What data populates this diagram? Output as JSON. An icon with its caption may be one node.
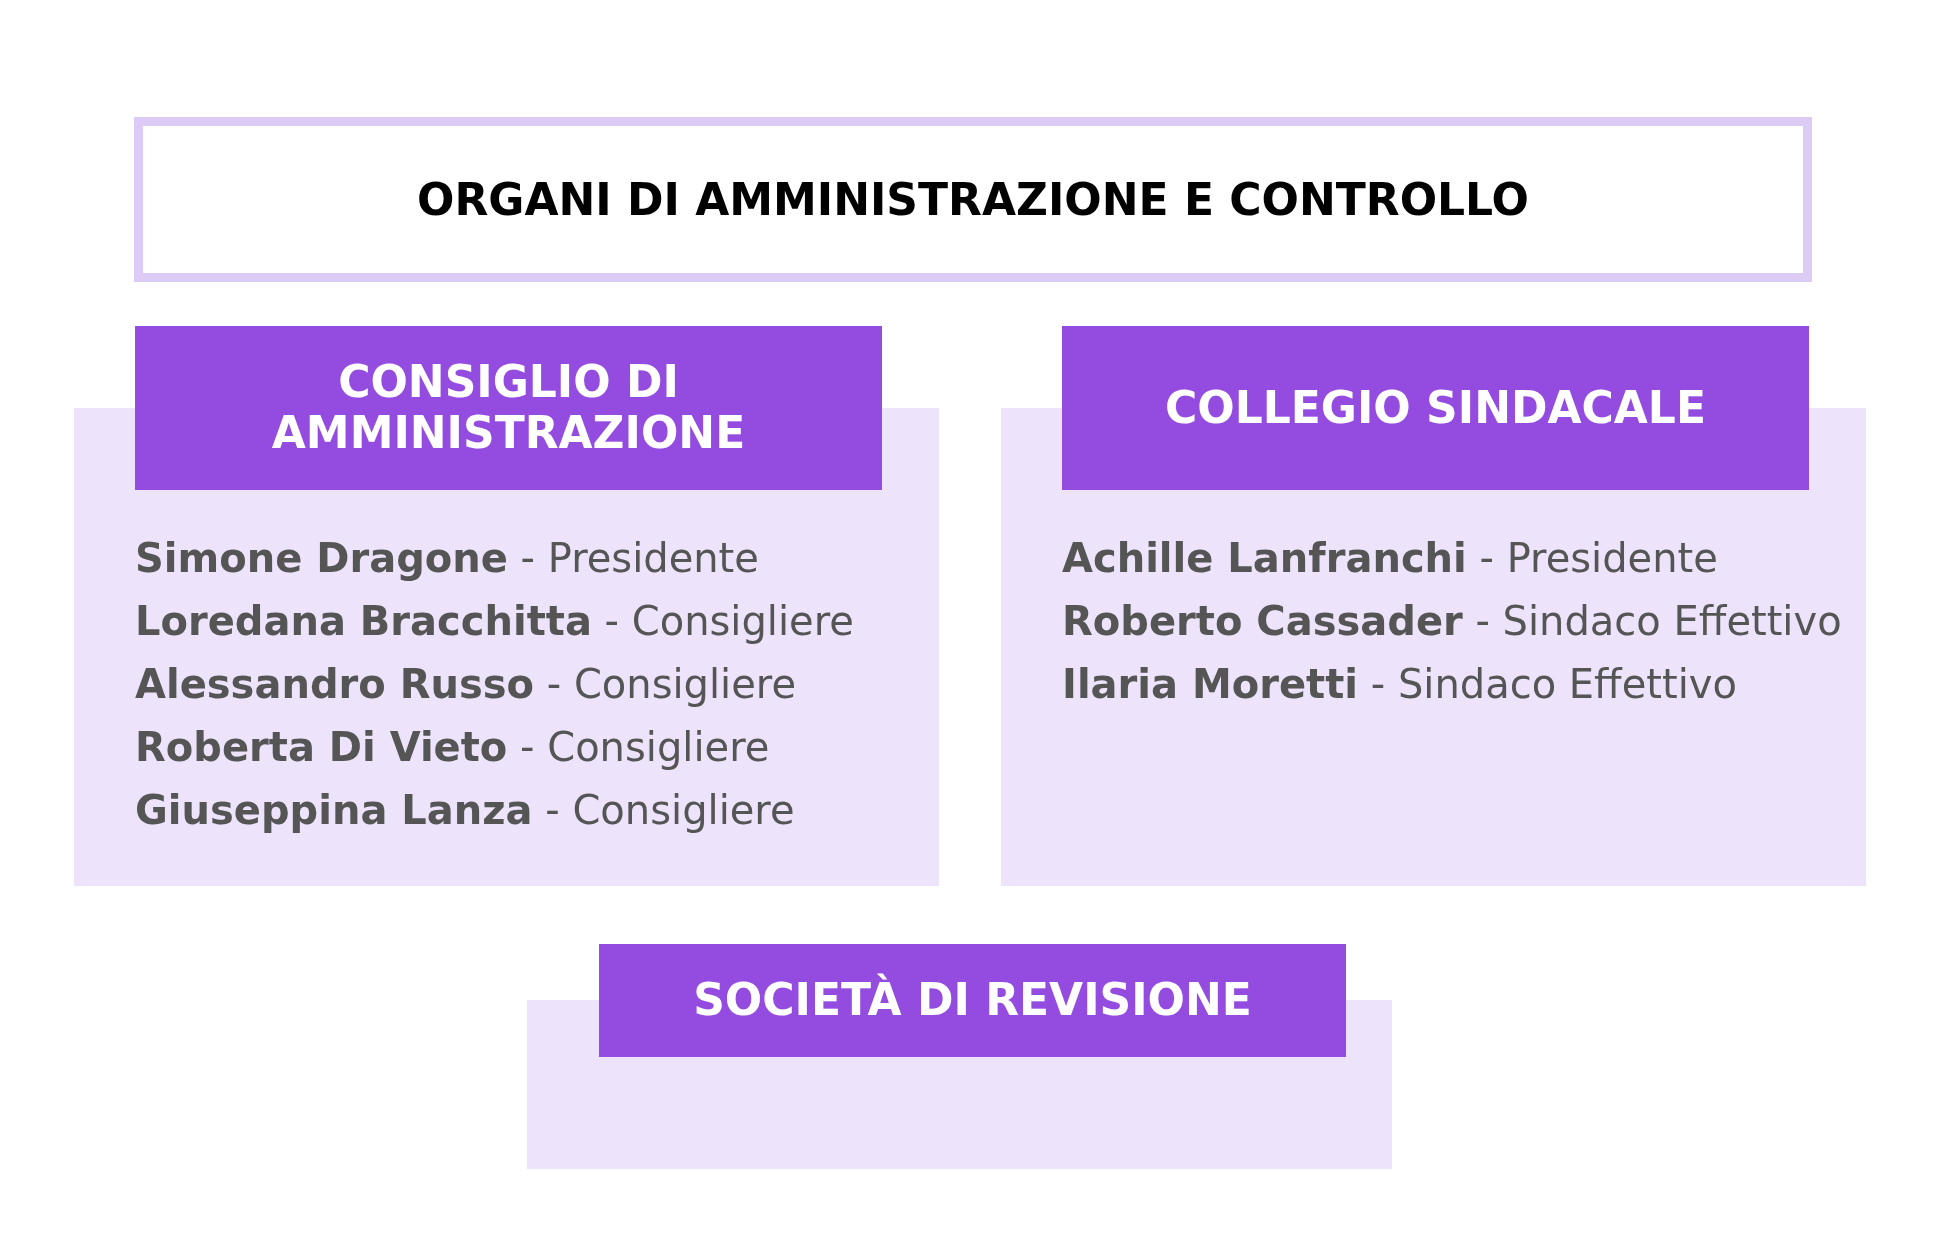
{
  "diagram": {
    "nodes": [
      {
        "text": [
          "ORGANI DI AMMINISTRAZIONE E CONTROLLO"
        ]
      },
      {
        "text": [
          "CONSIGLIO DI AMMINISTRAZIONE"
        ]
      },
      {
        "text": [
          "**Simone Dragone** - Presidente",
          "**Loredana Bracchitta** - Consigliere",
          "**Alessandro Russo** - Consigliere",
          "**Roberta Di Vieto** - Consigliere",
          "**Giuseppina Lanza** - Consigliere"
        ]
      },
      {
        "text": [
          "COLLEGIO SINDACALE"
        ]
      },
      {
        "text": [
          "**Achille Lanfranchi** - Presidente",
          "**Roberto Cassader** - Sindaco Effettivo",
          "**Ilaria Moretti** - Sindaco Effettivo"
        ]
      },
      {
        "text": [
          "SOCIETÀ DI REVISIONE"
        ]
      },
      {
        "text": [],
        "shape": "box"
      }
    ],
    "edges": []
  }
}
